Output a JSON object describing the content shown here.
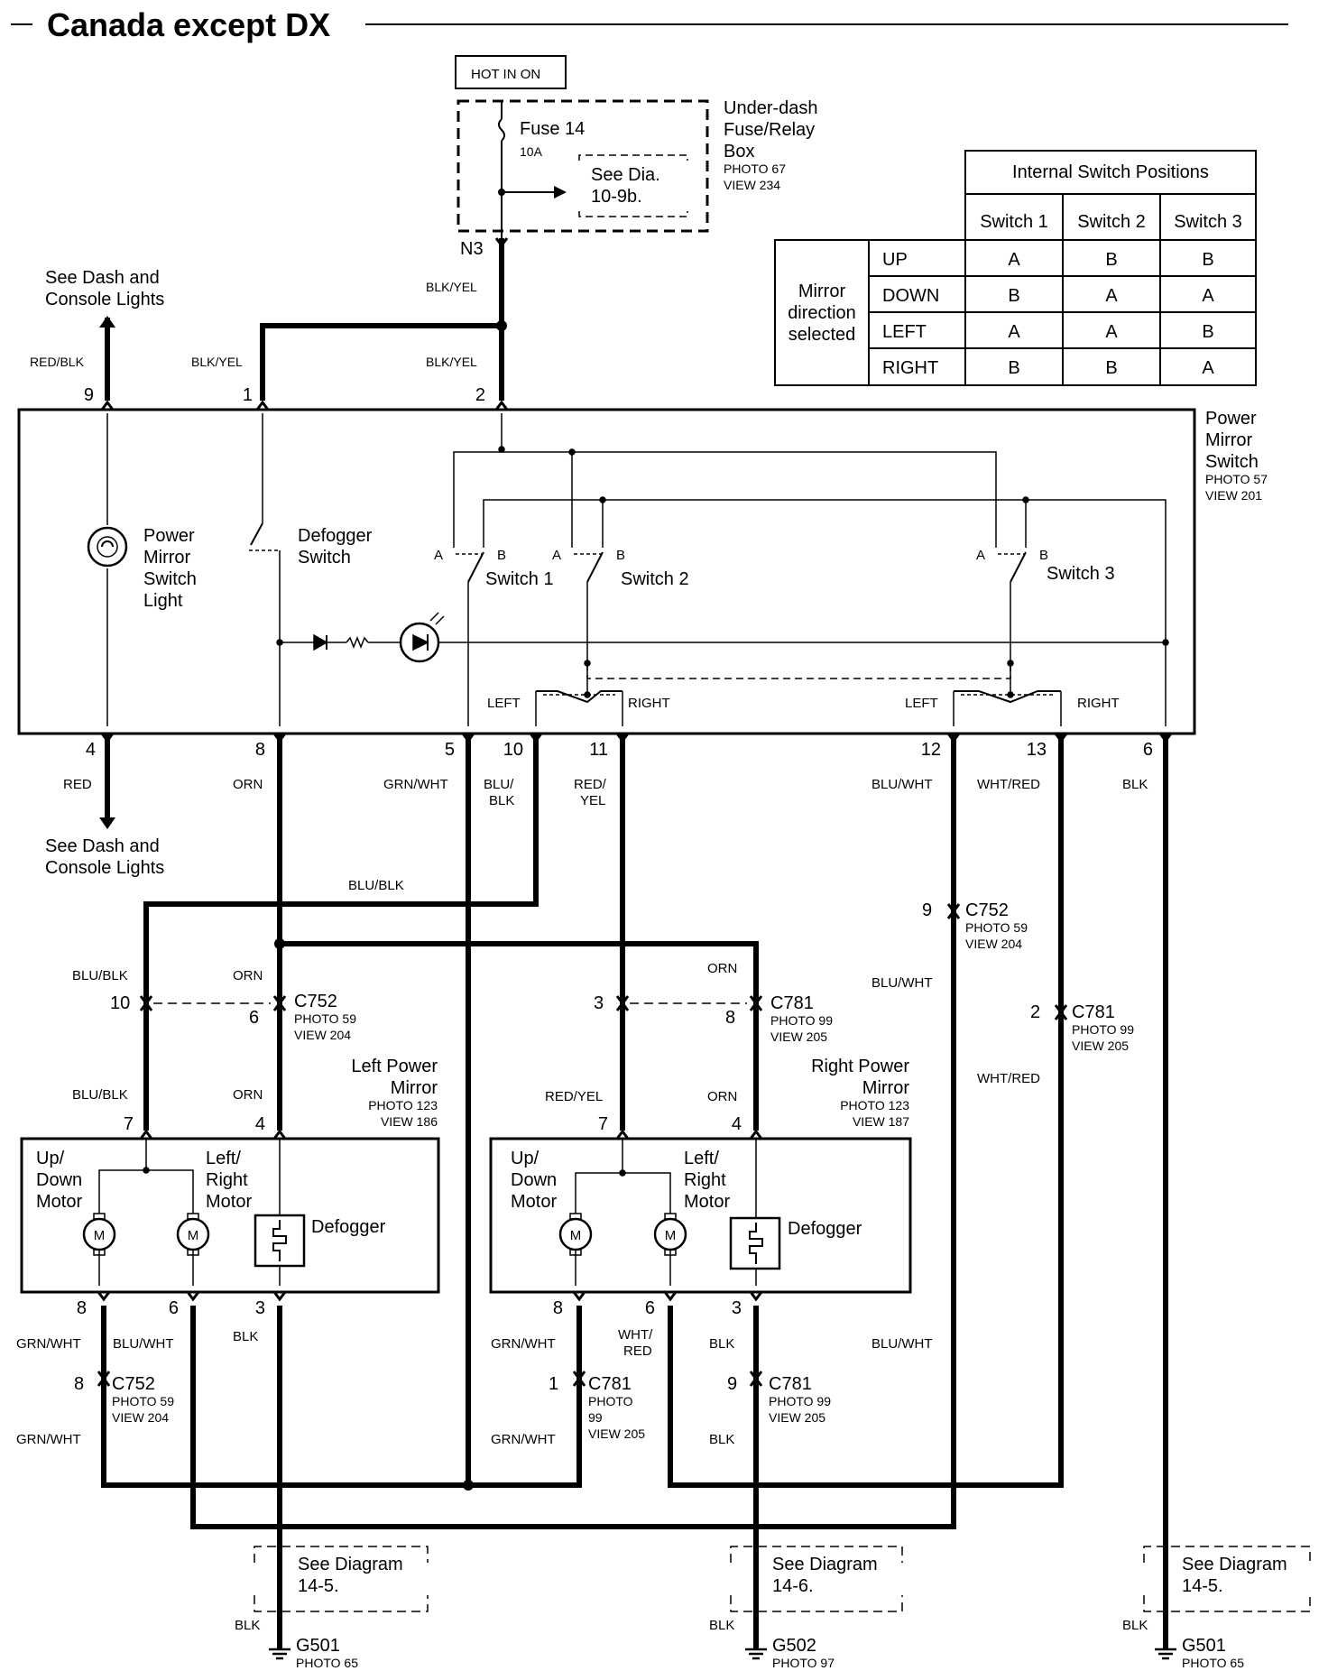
{
  "header": {
    "title": "Canada except DX"
  },
  "power_source": {
    "hot_label": "HOT IN ON",
    "fuse_name": "Fuse 14",
    "fuse_rating": "10A",
    "see_dia_1": "See Dia.",
    "see_dia_2": "10-9b.",
    "box_name_1": "Under-dash",
    "box_name_2": "Fuse/Relay",
    "box_name_3": "Box",
    "box_photo": "PHOTO 67",
    "box_view": "VIEW 234",
    "terminal": "N3"
  },
  "switch_table": {
    "title": "Internal Switch Positions",
    "columns": [
      "Switch 1",
      "Switch 2",
      "Switch 3"
    ],
    "row_header": [
      "Mirror",
      "direction",
      "selected"
    ],
    "rows": [
      {
        "dir": "UP",
        "vals": [
          "A",
          "B",
          "B"
        ]
      },
      {
        "dir": "DOWN",
        "vals": [
          "B",
          "A",
          "A"
        ]
      },
      {
        "dir": "LEFT",
        "vals": [
          "A",
          "A",
          "B"
        ]
      },
      {
        "dir": "RIGHT",
        "vals": [
          "B",
          "B",
          "A"
        ]
      }
    ]
  },
  "notes": {
    "dash_top_1": "See Dash and",
    "dash_top_2": "Console Lights",
    "dash_bot_1": "See Dash and",
    "dash_bot_2": "Console Lights"
  },
  "wires": {
    "blk_yel": "BLK/YEL",
    "red_blk": "RED/BLK",
    "red": "RED",
    "orn": "ORN",
    "grn_wht": "GRN/WHT",
    "blu": "BLU/",
    "blk": "BLK",
    "red_slash": "RED/",
    "yel": "YEL",
    "blu_wht": "BLU/WHT",
    "wht_red": "WHT/RED",
    "blu_blk": "BLU/BLK",
    "red_yel": "RED/YEL",
    "wht_slash": "WHT/",
    "red_only": "RED"
  },
  "power_mirror_switch": {
    "name_1": "Power",
    "name_2": "Mirror",
    "name_3": "Switch",
    "photo": "PHOTO 57",
    "view": "VIEW 201",
    "light_1": "Power",
    "light_2": "Mirror",
    "light_3": "Switch",
    "light_4": "Light",
    "defogger_1": "Defogger",
    "defogger_2": "Switch",
    "switch1": "Switch 1",
    "switch2": "Switch 2",
    "switch3": "Switch 3",
    "a": "A",
    "b": "B",
    "left": "LEFT",
    "right": "RIGHT",
    "pins_top": [
      "9",
      "1",
      "2"
    ],
    "pins_bottom": [
      "4",
      "8",
      "5",
      "10",
      "11",
      "12",
      "13",
      "6"
    ]
  },
  "connectors": {
    "c752": "C752",
    "c781": "C781",
    "photo59": "PHOTO 59",
    "photo99": "PHOTO 99",
    "photo_only": "PHOTO",
    "num99": "99",
    "view204": "VIEW 204",
    "view205": "VIEW 205",
    "pins": {
      "p9": "9",
      "p2": "2",
      "p10": "10",
      "p6": "6",
      "p3": "3",
      "p8": "8",
      "p1": "1"
    }
  },
  "left_mirror": {
    "name_1": "Left Power",
    "name_2": "Mirror",
    "photo": "PHOTO 123",
    "view": "VIEW 186",
    "updown_1": "Up/",
    "updown_2": "Down",
    "updown_3": "Motor",
    "lr_1": "Left/",
    "lr_2": "Right",
    "lr_3": "Motor",
    "defogger": "Defogger",
    "motor_symbol": "M",
    "pins_top": [
      "7",
      "4"
    ],
    "pins_bottom": [
      "8",
      "6",
      "3"
    ]
  },
  "right_mirror": {
    "name_1": "Right Power",
    "name_2": "Mirror",
    "photo": "PHOTO 123",
    "view": "VIEW 187",
    "updown_1": "Up/",
    "updown_2": "Down",
    "updown_3": "Motor",
    "lr_1": "Left/",
    "lr_2": "Right",
    "lr_3": "Motor",
    "defogger": "Defogger",
    "motor_symbol": "M",
    "pins_top": [
      "7",
      "4"
    ],
    "pins_bottom": [
      "8",
      "6",
      "3"
    ]
  },
  "grounds": {
    "see_diagram": "See Diagram",
    "d145": "14-5.",
    "d146": "14-6.",
    "g501": "G501",
    "g502": "G502",
    "photo65": "PHOTO 65",
    "photo97": "PHOTO 97"
  }
}
